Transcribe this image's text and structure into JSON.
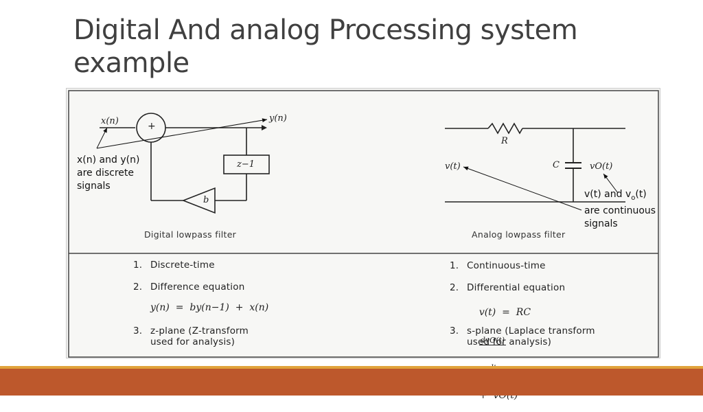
{
  "slide": {
    "title": "Digital And analog Processing system example"
  },
  "digital": {
    "input_label": "x(n)",
    "output_label": "y(n)",
    "adder_symbol": "+",
    "delay_label": "z−1",
    "gain_label": "b",
    "caption": "Digital lowpass filter"
  },
  "analog": {
    "resistor_label": "R",
    "capacitor_label": "C",
    "input_label": "v(t)",
    "output_label": "vO(t)",
    "caption": "Analog lowpass filter"
  },
  "annotations": {
    "discrete": [
      "x(n) and y(n)",
      "are discrete",
      "signals"
    ],
    "continuous_line1_pre": "v(t) and v",
    "continuous_line1_sub": "o",
    "continuous_line1_post": "(t)",
    "continuous_line2": "are continuous",
    "continuous_line3": "signals"
  },
  "left_list": {
    "item1_num": "1.",
    "item1": "Discrete-time",
    "item2_num": "2.",
    "item2": "Difference equation",
    "equation": "y(n)  =  by(n−1)  +  x(n)",
    "item3_num": "3.",
    "item3_line1": "z-plane (Z-transform",
    "item3_line2": "used for analysis)"
  },
  "right_list": {
    "item1_num": "1.",
    "item1": "Continuous-time",
    "item2_num": "2.",
    "item2": "Differential equation",
    "eq_lhs": "v(t)  =  RC",
    "eq_num": "dvO(t)",
    "eq_den": "dt",
    "eq_rhs": "+  vO(t)",
    "item3_num": "3.",
    "item3_line1": "s-plane (Laplace transform",
    "item3_line2": "used for analysis)"
  },
  "colors": {
    "title": "#404040",
    "footer_bar": "#bd582c",
    "footer_stripe": "#e1a33c"
  }
}
